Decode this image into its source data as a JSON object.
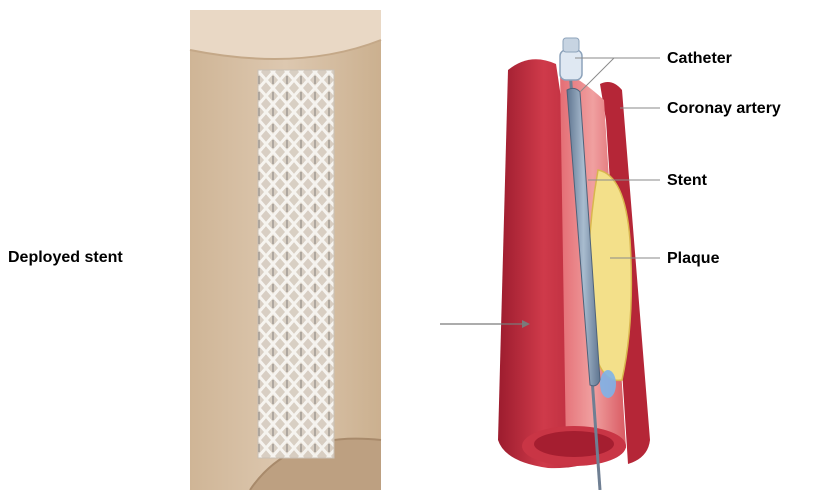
{
  "left_panel": {
    "caption": "Deployed stent",
    "colors": {
      "wall": "#dbc5ac",
      "lumen": "#cfb496",
      "mesh": "#f2f0ec"
    }
  },
  "right_panel": {
    "labels": {
      "catheter": "Catheter",
      "artery": "Coronay artery",
      "stent": "Stent",
      "plaque": "Plaque"
    },
    "colors": {
      "artery_outer": "#b8283a",
      "artery_inner": "#d94a58",
      "plaque": "#f3e08a",
      "stent": "#7a8fa8"
    }
  }
}
